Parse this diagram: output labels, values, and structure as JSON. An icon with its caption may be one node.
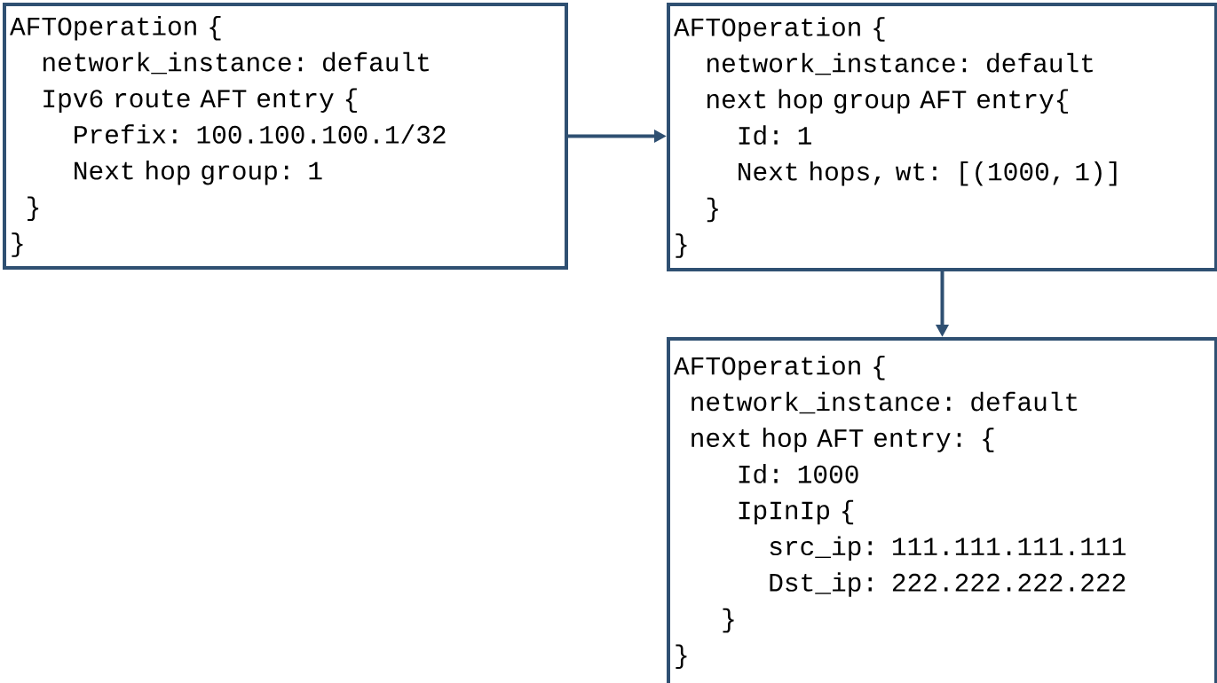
{
  "diagram": {
    "nodes": [
      {
        "text": [
          "AFTOperation {",
          "network_instance: default",
          "Ipv6 route AFT entry {",
          "Prefix: 100.100.100.1/32",
          "Next hop group: 1",
          "}",
          "}"
        ]
      },
      {
        "text": [
          "AFTOperation {",
          "network_instance: default",
          "next hop group AFT entry{",
          "Id: 1",
          "Next hops, wt: [(1000, 1)]",
          "}",
          "}"
        ]
      },
      {
        "text": [
          "AFTOperation {",
          "network_instance: default",
          "next hop AFT entry: {",
          "Id: 1000",
          "IpInIp {",
          "src_ip: 111.111.111.111",
          "Dst_ip: 222.222.222.222",
          "}",
          "}"
        ]
      }
    ],
    "edges": [
      {
        "from": 0,
        "to": 1,
        "arrow": "to"
      },
      {
        "from": 1,
        "to": 2,
        "arrow": "to"
      }
    ]
  }
}
